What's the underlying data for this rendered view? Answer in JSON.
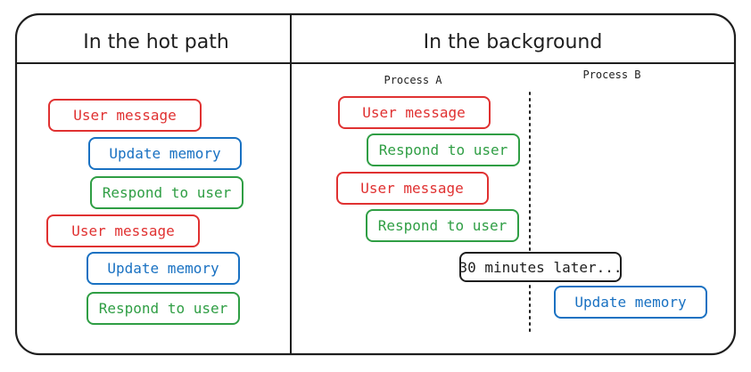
{
  "colors": {
    "user_message": "#e03131",
    "update_memory": "#1971c2",
    "respond_to_user": "#2f9e44",
    "note": "#1e1e1e",
    "frame": "#1e1e1e"
  },
  "panels": {
    "left": {
      "title": "In the hot path",
      "steps": [
        {
          "label": "User message",
          "kind": "user_message"
        },
        {
          "label": "Update memory",
          "kind": "update_memory"
        },
        {
          "label": "Respond to user",
          "kind": "respond_to_user"
        },
        {
          "label": "User message",
          "kind": "user_message"
        },
        {
          "label": "Update memory",
          "kind": "update_memory"
        },
        {
          "label": "Respond to user",
          "kind": "respond_to_user"
        }
      ]
    },
    "right": {
      "title": "In the background",
      "process_a_label": "Process A",
      "process_b_label": "Process B",
      "process_a_steps": [
        {
          "label": "User message",
          "kind": "user_message"
        },
        {
          "label": "Respond to user",
          "kind": "respond_to_user"
        },
        {
          "label": "User message",
          "kind": "user_message"
        },
        {
          "label": "Respond to user",
          "kind": "respond_to_user"
        }
      ],
      "delay_note": "30 minutes later...",
      "process_b_steps": [
        {
          "label": "Update memory",
          "kind": "update_memory"
        }
      ]
    }
  }
}
